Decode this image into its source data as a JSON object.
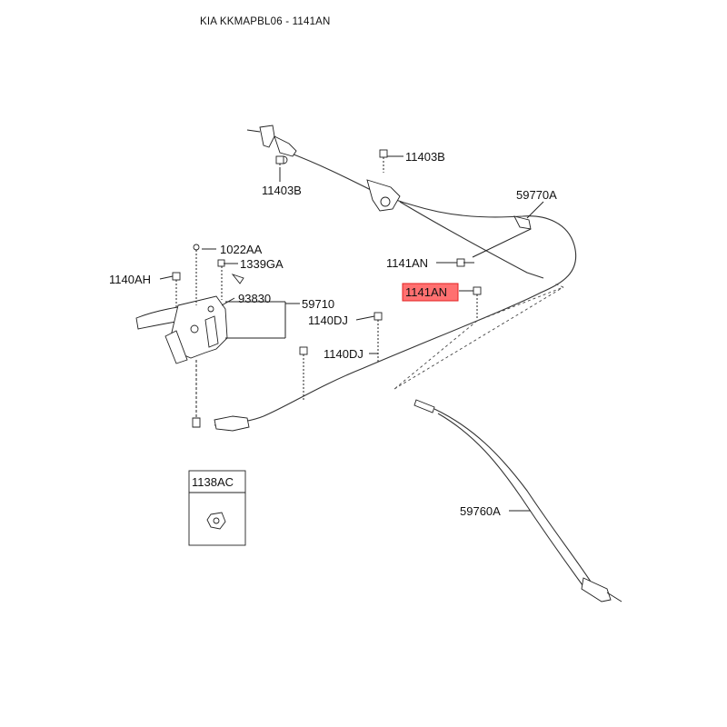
{
  "header": {
    "title": "KIA KKMAPBL06 - 1141AN"
  },
  "highlight_color": "#ff7070",
  "parts": {
    "p11403B_top": "11403B",
    "p11403B_left": "11403B",
    "p59770A": "59770A",
    "p1022AA": "1022AA",
    "p1339GA": "1339GA",
    "p1140AH": "1140AH",
    "p93830": "93830",
    "p59710": "59710",
    "p1141AN": "1141AN",
    "p1141AN_selected": "1141AN",
    "p1140DJ_a": "1140DJ",
    "p1140DJ_b": "1140DJ",
    "p59760A": "59760A"
  },
  "inset": {
    "label": "1138AC"
  }
}
